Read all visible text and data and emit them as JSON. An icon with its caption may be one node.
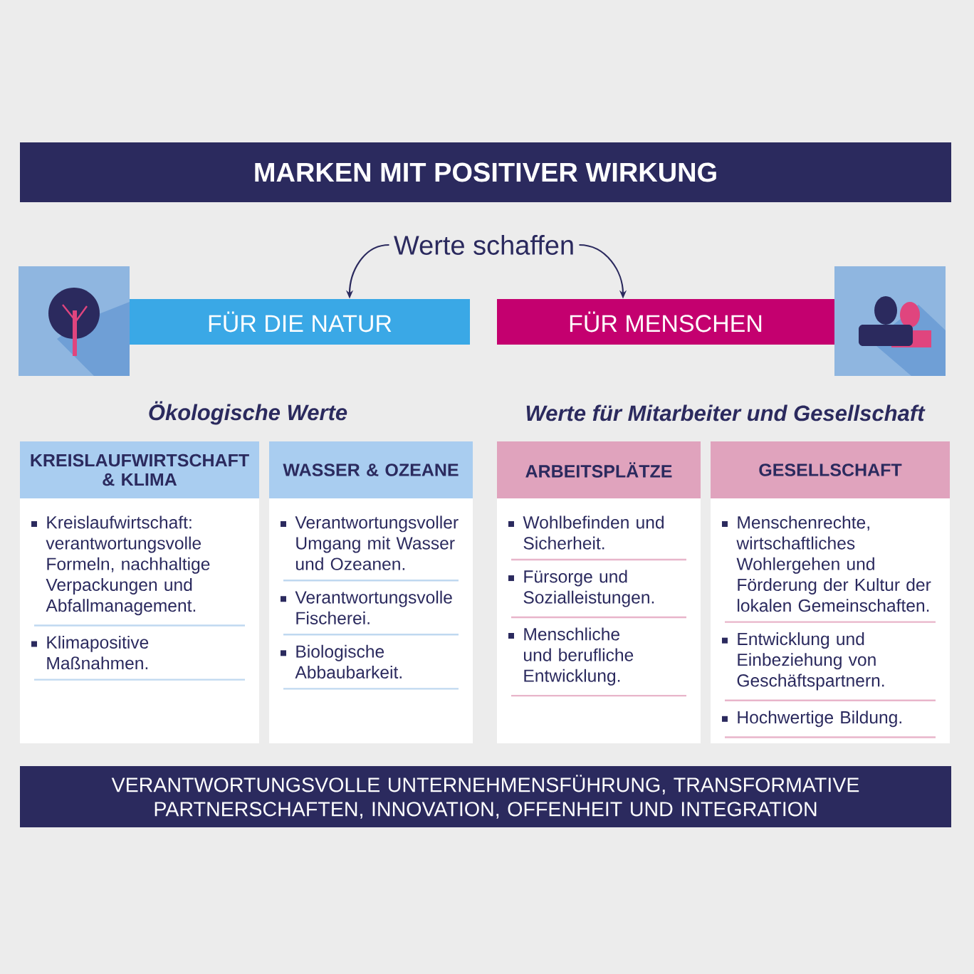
{
  "diagram": {
    "nodes": [
      {
        "text": [
          "MARKEN MIT POSITIVER WIRKUNG"
        ]
      },
      {
        "text": [
          "Werte schaffen"
        ]
      },
      {
        "text": [
          "FÜR DIE NATUR"
        ]
      },
      {
        "text": [
          "FÜR MENSCHEN"
        ]
      },
      {
        "text": [
          "KREISLAUFWIRTSCHAFT & KLIMA",
          "Kreislaufwirtschaft: verantwortungsvolle Formeln, nachhaltige Verpackungen und Abfallmanagement.",
          "Klimapositive Maßnahmen."
        ]
      },
      {
        "text": [
          "WASSER & OZEANE",
          "Verantwortungsvoller Umgang mit Wasser und Ozeanen.",
          "Verantwortungsvolle Fischerei.",
          "Biologische Abbaubarkeit."
        ]
      },
      {
        "text": [
          "ARBEITSPLÄTZE",
          "Wohlbefinden und Sicherheit.",
          "Fürsorge und Sozialleistungen.",
          "Menschliche und berufliche Entwicklung."
        ]
      },
      {
        "text": [
          "GESELLSCHAFT",
          "Menschenrechte, wirtschaftliches Wohlergehen und Förderung der Kultur der lokalen Gemeinschaften.",
          "Entwicklung und Einbeziehung von Geschäftspartnern.",
          "Hochwertige Bildung."
        ]
      },
      {
        "text": [
          "VERANTWORTUNGSVOLLE UNTERNEHMENSFÜHRUNG, TRANSFORMATIVE PARTNERSCHAFTEN, INNOVATION, OFFENHEIT UND INTEGRATION"
        ]
      }
    ],
    "edges": [
      {
        "from": 1,
        "to": 2,
        "arrow": "to"
      },
      {
        "from": 1,
        "to": 3,
        "arrow": "to"
      }
    ],
    "labels": [
      "Ökologische Werte",
      "Werte für Mitarbeiter und Gesellschaft"
    ]
  }
}
